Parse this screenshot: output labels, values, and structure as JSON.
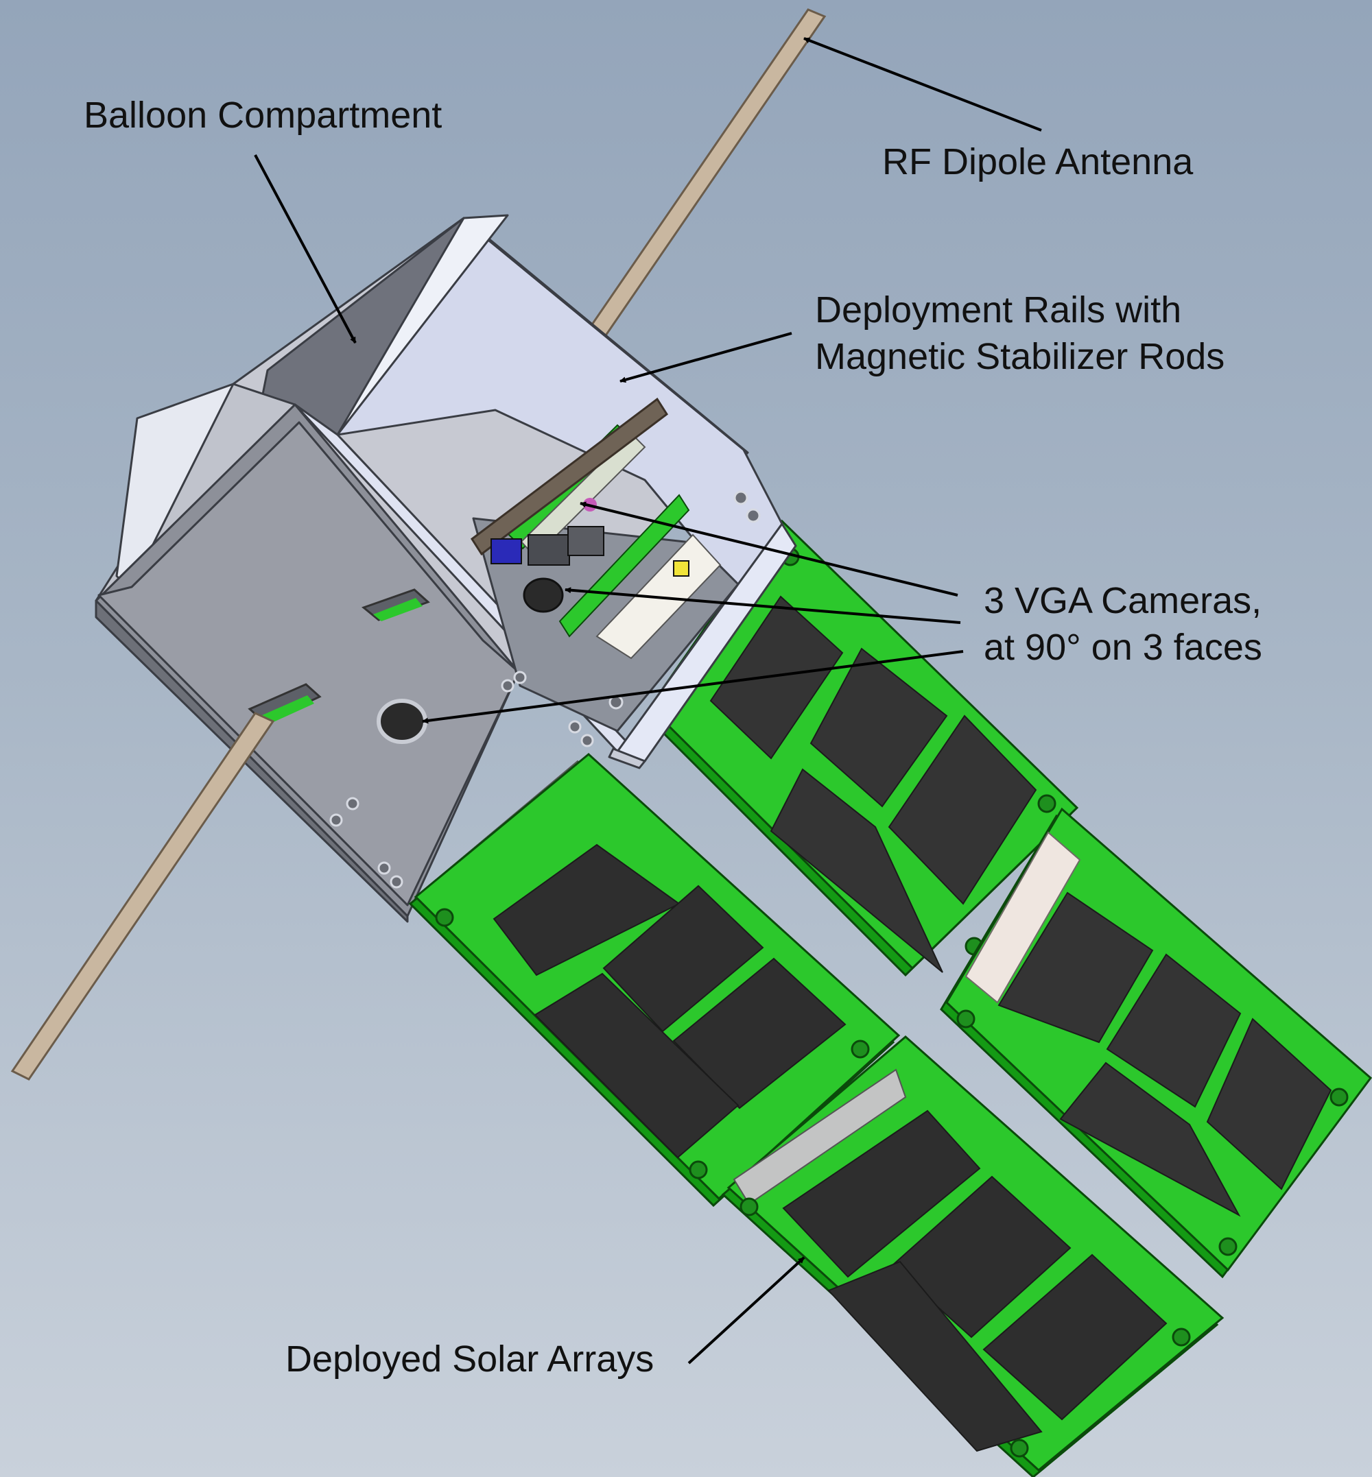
{
  "figure": {
    "background_top": "#94a5ba",
    "background_bottom": "#c9d1db",
    "bus_color": "#a7aab4",
    "panel_color": "#27c927",
    "cell_color": "#2e2e2e",
    "antenna_color": "#c9b7a0"
  },
  "callouts": {
    "balloon": {
      "lines": [
        "Balloon Compartment"
      ]
    },
    "antenna": {
      "lines": [
        "RF Dipole Antenna"
      ]
    },
    "rails": {
      "lines": [
        "Deployment Rails with",
        "Magnetic Stabilizer Rods"
      ]
    },
    "cameras": {
      "lines": [
        "3 VGA Cameras,",
        "at 90° on 3 faces"
      ]
    },
    "solar": {
      "lines": [
        "Deployed Solar Arrays"
      ]
    }
  }
}
